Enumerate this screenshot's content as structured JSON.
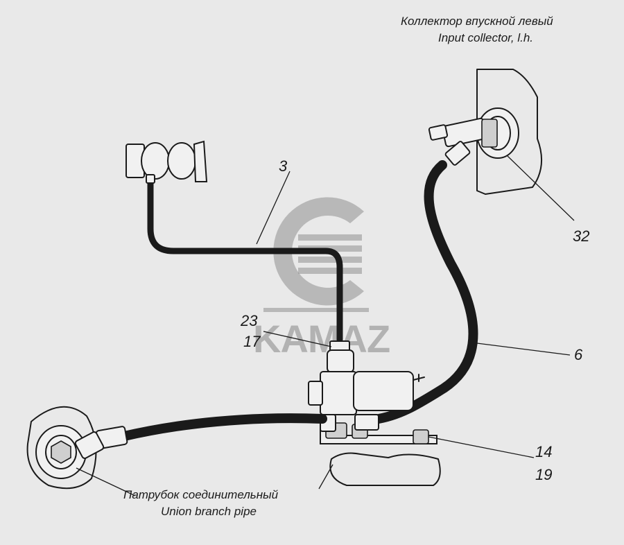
{
  "labels": {
    "collector_ru": "Коллектор впускной левый",
    "collector_en": "Input collector, l.h.",
    "branch_ru": "Патрубок соединительный",
    "branch_en": "Union branch pipe"
  },
  "callouts": {
    "c3": "3",
    "c32": "32",
    "c23": "23",
    "c17": "17",
    "c6": "6",
    "c14": "14",
    "c19": "19"
  },
  "watermark": {
    "brand": "KAMAZ"
  },
  "colors": {
    "background": "#e9e9e9",
    "ink": "#1a1a1a",
    "watermark": "#8f8f8f"
  }
}
